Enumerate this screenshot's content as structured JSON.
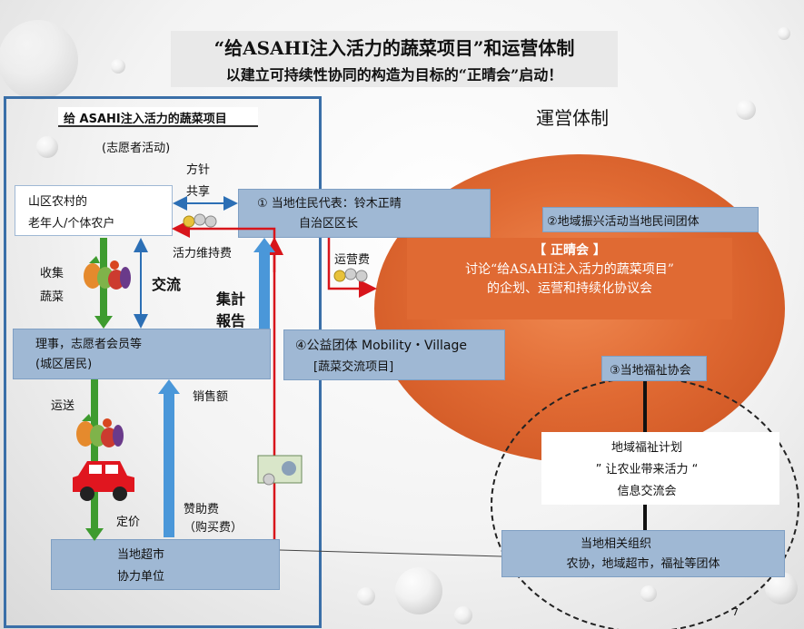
{
  "title": {
    "line1": "“给ASAHI注入活力的蔬菜项目”和运营体制",
    "line2": "以建立可持续性协同的构造为目标的“正晴会”启动！"
  },
  "left": {
    "project_title": "给 ASAHI注入活力的蔬菜项目",
    "volunteer": "(志愿者活动)",
    "policy": "方针",
    "share": "共享",
    "farmer_line1": "山区农村的",
    "farmer_line2": "老年人/个体农户",
    "vitality_fee": "活力维持费",
    "collect": "收集",
    "vegetables": "蔬菜",
    "exchange": "交流",
    "report_line1": "集計",
    "report_line2": "報告",
    "members_line1": "理事，志愿者会员等",
    "members_line2": "(城区居民)",
    "transport": "运送",
    "sales": "销售额",
    "fixed_price": "定价",
    "sponsor_line1": "赞助费",
    "sponsor_line2": "（购买费）",
    "market_line1": "当地超市",
    "market_line2": "协力单位"
  },
  "right": {
    "system_title": "運営体制",
    "rep_line1": "① 当地住民代表：铃木正晴",
    "rep_line2": "自治区区长",
    "operation_fee": "运营费",
    "org2": "②地域振兴活动当地民间团体",
    "meeting_title": "【 正晴会 】",
    "meeting_line1": "讨论“给ASAHI注入活力的蔬菜项目”",
    "meeting_line2": "的企划、运营和持续化协议会",
    "org4_line1": "④公益团体 Mobility・Village",
    "org4_line2": "[蔬菜交流项目]",
    "org3": "③当地福祉协会",
    "plan_line1": "地域福祉计划",
    "plan_line2": "” 让农业带来活力 “",
    "plan_line3": "信息交流会",
    "related_line1": "当地相关组织",
    "related_line2": "农协，地域超市，福祉等团体"
  },
  "page_number": "7",
  "colors": {
    "accent_blue": "#3a6fa8",
    "box_blue": "#9fb8d4",
    "orange_circle": "#d9622b",
    "green_arrow": "#3e9b2f",
    "red_arrow": "#d8151b",
    "blue_arrow": "#4a97d9"
  },
  "icons": [
    "vegetables-icon",
    "car-icon",
    "coins-icon",
    "banknote-icon"
  ]
}
